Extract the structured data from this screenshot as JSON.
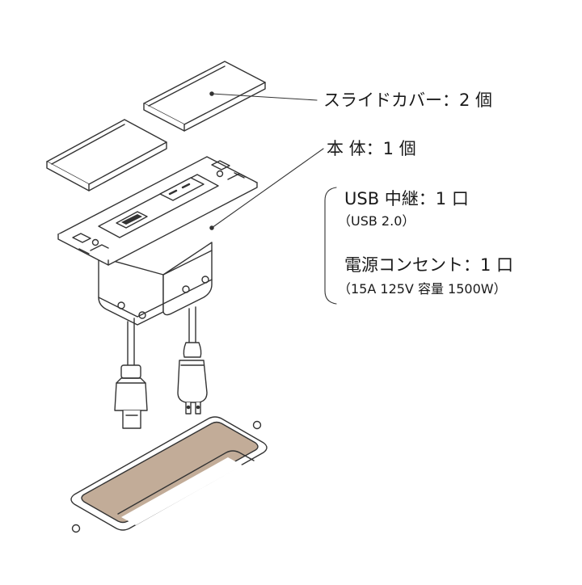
{
  "labels": {
    "slide_cover": "スライドカバー：2 個",
    "body": "本 体：1 個",
    "usb": "USB 中継：1 口",
    "usb_note": "（USB 2.0）",
    "outlet": "電源コンセント：1 口",
    "outlet_note": "（15A 125V 容量 1500W）"
  },
  "colors": {
    "line": "#333333",
    "cutout": "#c2ac98",
    "panel": "#ffffff"
  }
}
